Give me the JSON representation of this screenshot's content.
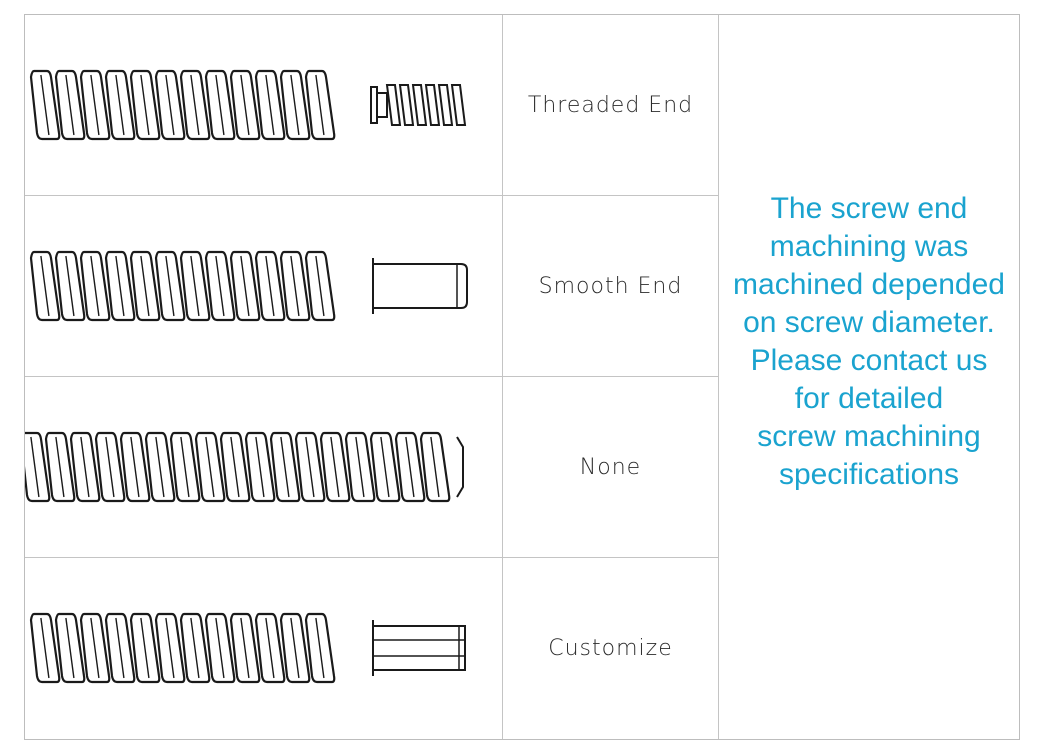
{
  "rows": [
    {
      "label": "Threaded End",
      "end_icon": "threaded-end-screw-icon"
    },
    {
      "label": "Smooth End",
      "end_icon": "smooth-end-screw-icon"
    },
    {
      "label": "None",
      "end_icon": "plain-screw-icon"
    },
    {
      "label": "Customize",
      "end_icon": "custom-end-screw-icon"
    }
  ],
  "note": {
    "lines": [
      "The screw end",
      "machining was",
      "machined depended",
      " on screw diameter.",
      "Please contact us",
      "for detailed",
      "screw machining",
      "specifications"
    ],
    "color": "#1aa3cf"
  }
}
